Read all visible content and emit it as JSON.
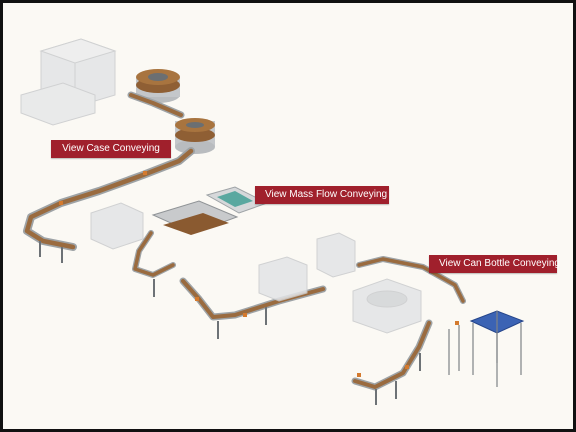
{
  "buttons": {
    "case_conveying": "View Case Conveying",
    "mass_flow_conveying": "View Mass Flow Conveying",
    "can_bottle_conveying": "View Can Bottle Conveying"
  },
  "colors": {
    "button": "#a0202c",
    "background": "#fbf9f4",
    "conveyor_belt": "#9a6b3f",
    "frame_steel": "#9ea3a6",
    "machine_ghost": "#d9dbdd",
    "guard_blue": "#3b63b4",
    "accent_green": "#5aa8a0"
  }
}
